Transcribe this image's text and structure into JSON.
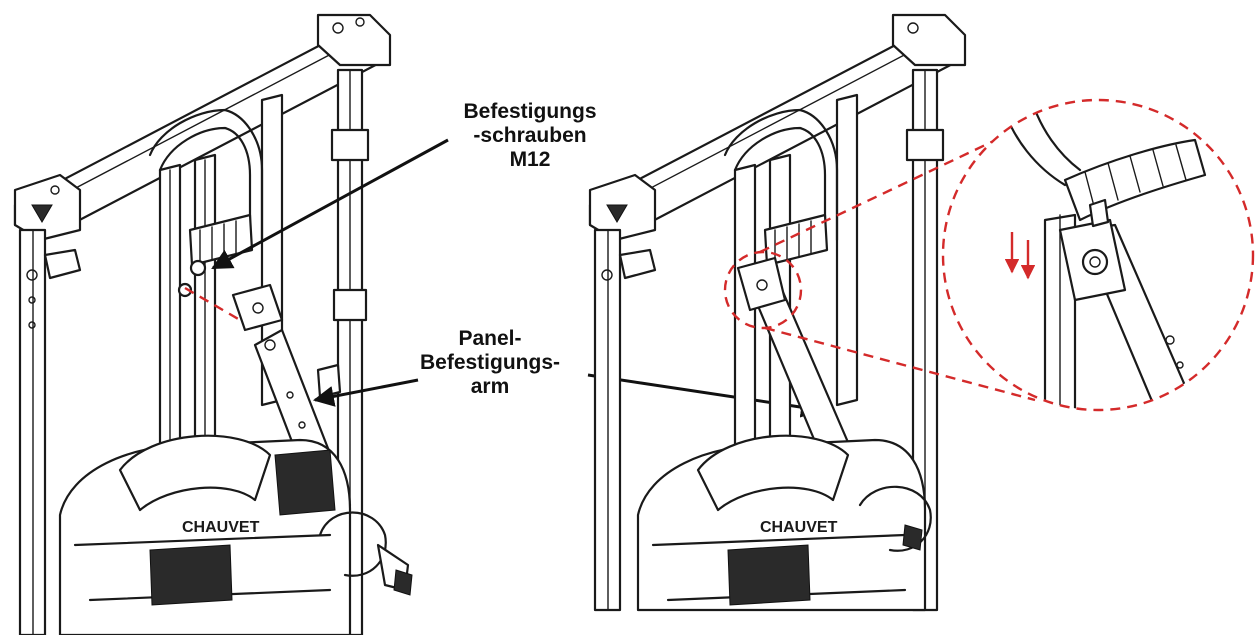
{
  "labels": {
    "bolts_line1": "Befestigungs",
    "bolts_line2": "-schrauben",
    "bolts_line3": "M12",
    "arm_line1": "Panel-",
    "arm_line2": "Befestigungs-",
    "arm_line3": "arm"
  },
  "colors": {
    "line": "#1a1a1a",
    "accent": "#d42a2a",
    "background": "#ffffff"
  }
}
